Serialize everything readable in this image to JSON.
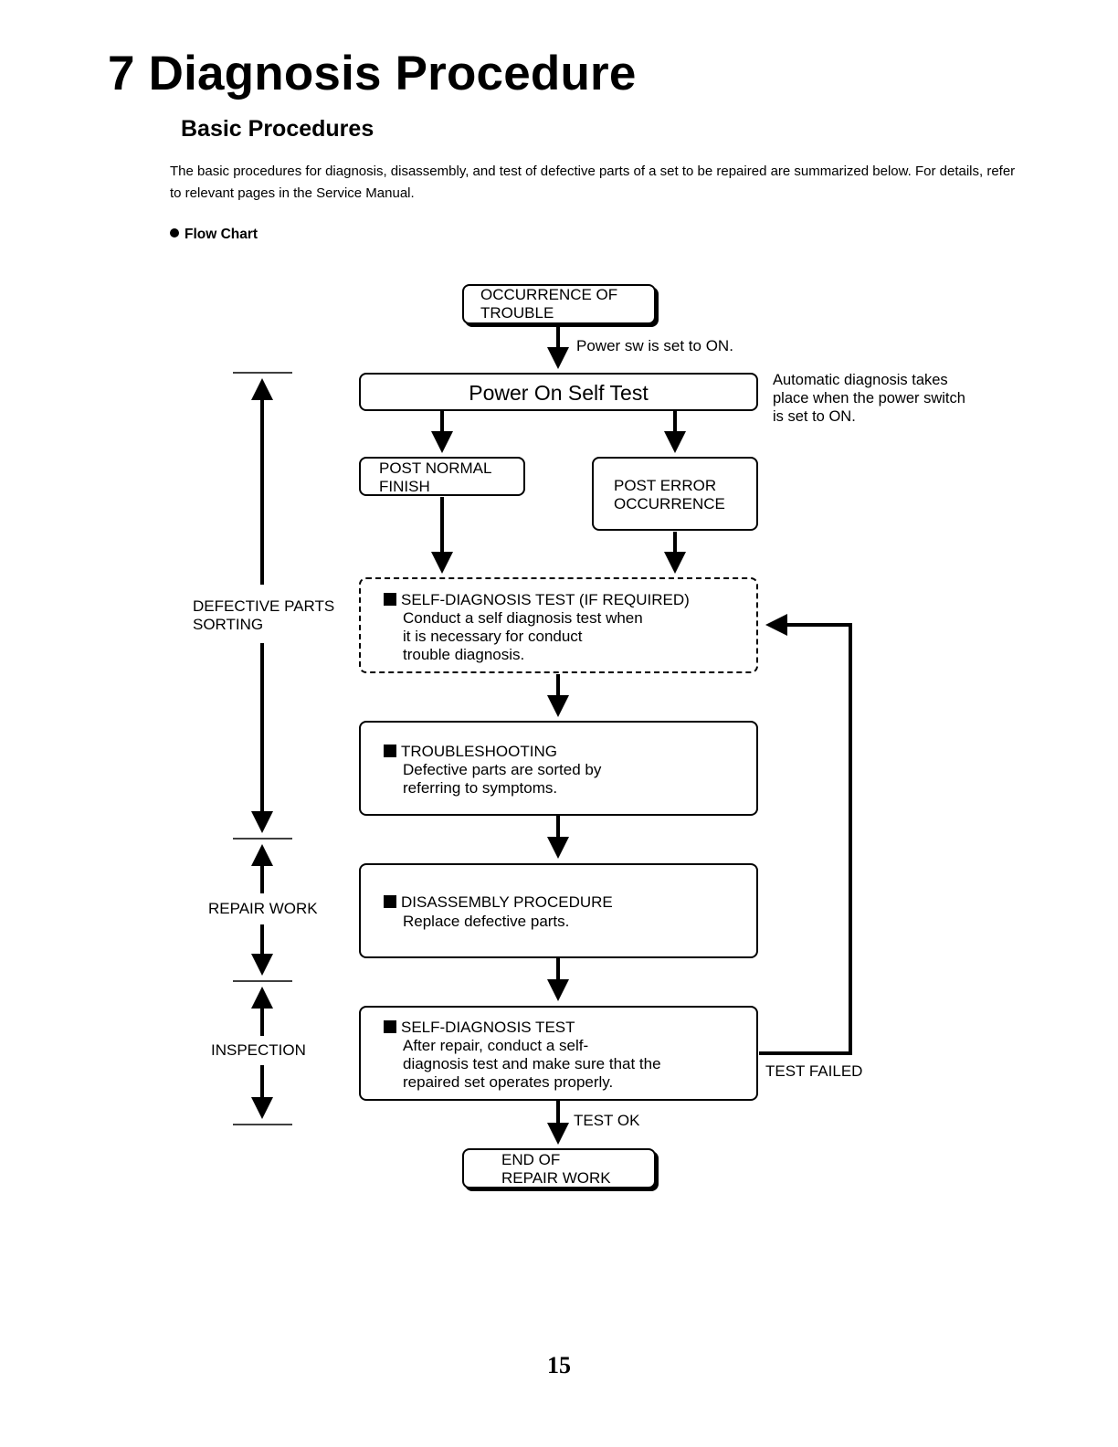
{
  "page": {
    "title": "7 Diagnosis Procedure",
    "subtitle": "Basic Procedures",
    "intro": "The basic procedures for diagnosis, disassembly, and test of defective parts of a set to be repaired are summarized below. For details, refer to relevant pages in the Service Manual.",
    "flow_heading": "Flow Chart",
    "page_number": "15"
  },
  "flow": {
    "start": "OCCURRENCE OF\nTROUBLE",
    "power_on_label": "Power sw is set to ON.",
    "post": "Power On Self Test",
    "post_note": "Automatic diagnosis takes\nplace when the power switch\nis set to ON.",
    "post_normal": "POST NORMAL\nFINISH",
    "post_error": "POST ERROR\nOCCURRENCE",
    "self_diag_head": "SELF-DIAGNOSIS TEST (IF REQUIRED)",
    "self_diag_body": "Conduct a self diagnosis test when\nit is necessary for conduct\ntrouble diagnosis.",
    "troubleshooting_head": "TROUBLESHOOTING",
    "troubleshooting_body": "Defective parts are sorted by\nreferring to symptoms.",
    "disassembly_head": "DISASSEMBLY PROCEDURE",
    "disassembly_body": "Replace defective parts.",
    "self_test_head": "SELF-DIAGNOSIS TEST",
    "self_test_body": "After repair, conduct a self-\ndiagnosis test and make sure that the\nrepaired set operates properly.",
    "test_failed": "TEST FAILED",
    "test_ok": "TEST OK",
    "end": "END OF\nREPAIR WORK"
  },
  "phases": {
    "defective": "DEFECTIVE PARTS\nSORTING",
    "repair": "REPAIR WORK",
    "inspection": "INSPECTION"
  }
}
